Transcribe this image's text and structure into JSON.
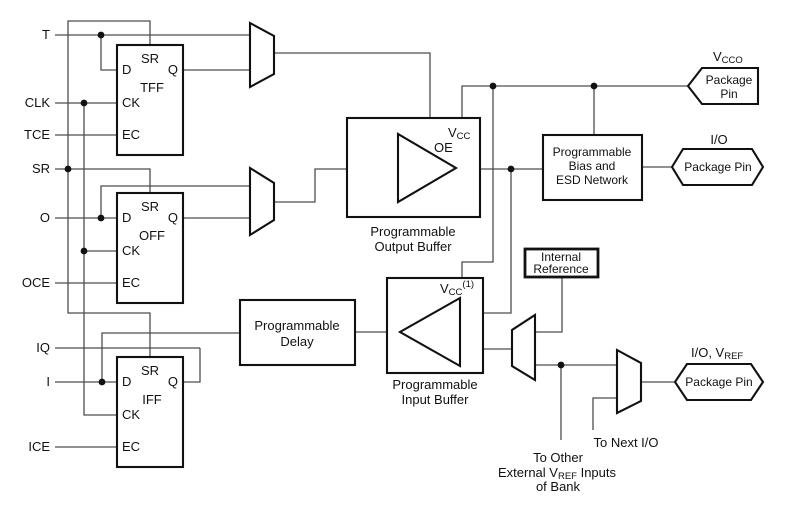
{
  "diagram": {
    "signals": {
      "t": "T",
      "clk": "CLK",
      "tce": "TCE",
      "sr": "SR",
      "o": "O",
      "oce": "OCE",
      "iq": "IQ",
      "i": "I",
      "ice": "ICE"
    },
    "ff": {
      "sr": "SR",
      "d": "D",
      "q": "Q",
      "ck": "CK",
      "ec": "EC"
    },
    "ff_names": {
      "tff": "TFF",
      "off": "OFF",
      "iff": "IFF"
    },
    "output_buffer": {
      "label1": "Programmable",
      "label2": "Output Buffer",
      "oe": "OE",
      "vcc_base": "V",
      "vcc_sub": "CC"
    },
    "input_buffer": {
      "label1": "Programmable",
      "label2": "Input Buffer",
      "vcc_base": "V",
      "vcc_sub": "CC",
      "vcc_sup": "(1)"
    },
    "delay": {
      "line1": "Programmable",
      "line2": "Delay"
    },
    "bias": {
      "line1": "Programmable",
      "line2": "Bias and",
      "line3": "ESD Network"
    },
    "internal_ref": {
      "line1": "Internal",
      "line2": "Reference"
    },
    "pins": {
      "vcco": {
        "base": "V",
        "sub": "CCO",
        "line1": "Package",
        "line2": "Pin"
      },
      "io": {
        "label": "I/O",
        "text": "Package Pin"
      },
      "io_vref": {
        "base": "I/O, V",
        "sub": "REF",
        "text": "Package Pin"
      }
    },
    "notes": {
      "to_next_io": "To Next I/O",
      "bank_line1": "To Other",
      "bank_line2_pre": "External V",
      "bank_line2_sub": "REF",
      "bank_line2_post": " Inputs",
      "bank_line3": "of Bank"
    }
  }
}
